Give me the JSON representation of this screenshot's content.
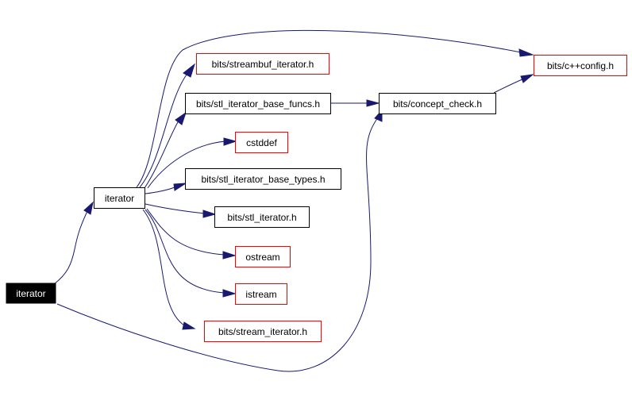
{
  "colors": {
    "edge": "#191970",
    "node_border_normal": "#000000",
    "node_border_undocumented": "#ff0000",
    "root_fill": "#000000",
    "root_text": "#ffffff",
    "node_fill": "#ffffff",
    "node_text": "#000000"
  },
  "nodes": {
    "root": {
      "label": "iterator"
    },
    "iterator": {
      "label": "iterator"
    },
    "streambuf_iterator": {
      "label": "bits/streambuf_iterator.h"
    },
    "stl_iterator_base_funcs": {
      "label": "bits/stl_iterator_base_funcs.h"
    },
    "cstddef": {
      "label": "cstddef"
    },
    "stl_iterator_base_types": {
      "label": "bits/stl_iterator_base_types.h"
    },
    "stl_iterator": {
      "label": "bits/stl_iterator.h"
    },
    "ostream": {
      "label": "ostream"
    },
    "istream": {
      "label": "istream"
    },
    "stream_iterator": {
      "label": "bits/stream_iterator.h"
    },
    "concept_check": {
      "label": "bits/concept_check.h"
    },
    "cxxconfig": {
      "label": "bits/c++config.h"
    }
  },
  "edges": [
    {
      "from": "root",
      "to": "iterator"
    },
    {
      "from": "root",
      "to": "concept_check"
    },
    {
      "from": "iterator",
      "to": "cxxconfig"
    },
    {
      "from": "iterator",
      "to": "streambuf_iterator"
    },
    {
      "from": "iterator",
      "to": "stl_iterator_base_funcs"
    },
    {
      "from": "iterator",
      "to": "cstddef"
    },
    {
      "from": "iterator",
      "to": "stl_iterator_base_types"
    },
    {
      "from": "iterator",
      "to": "stl_iterator"
    },
    {
      "from": "iterator",
      "to": "ostream"
    },
    {
      "from": "iterator",
      "to": "istream"
    },
    {
      "from": "iterator",
      "to": "stream_iterator"
    },
    {
      "from": "stl_iterator_base_funcs",
      "to": "concept_check"
    },
    {
      "from": "concept_check",
      "to": "cxxconfig"
    }
  ]
}
